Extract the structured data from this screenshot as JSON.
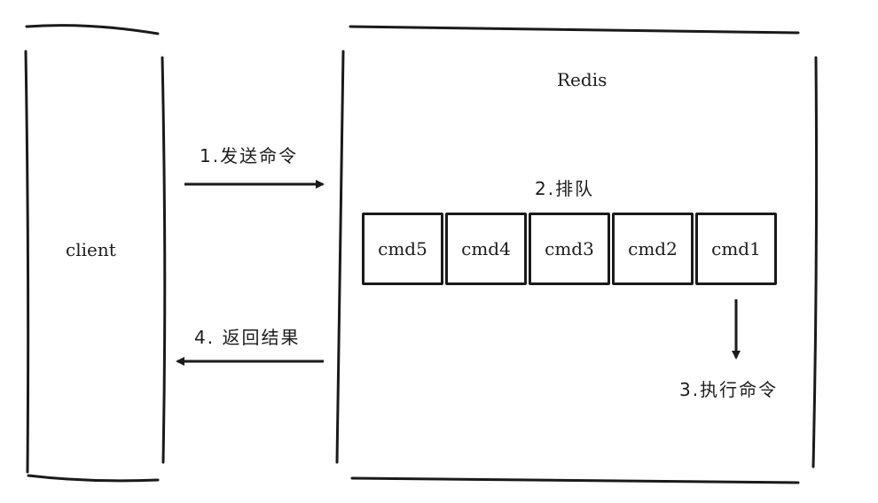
{
  "client": {
    "label": "client"
  },
  "server": {
    "label": "Redis"
  },
  "steps": {
    "send": "1.发送命令",
    "queue": "2.排队",
    "execute": "3.执行命令",
    "return": "4. 返回结果"
  },
  "queue": {
    "commands": [
      "cmd5",
      "cmd4",
      "cmd3",
      "cmd2",
      "cmd1"
    ]
  },
  "colors": {
    "stroke": "#1a1a1a",
    "background": "#ffffff"
  }
}
